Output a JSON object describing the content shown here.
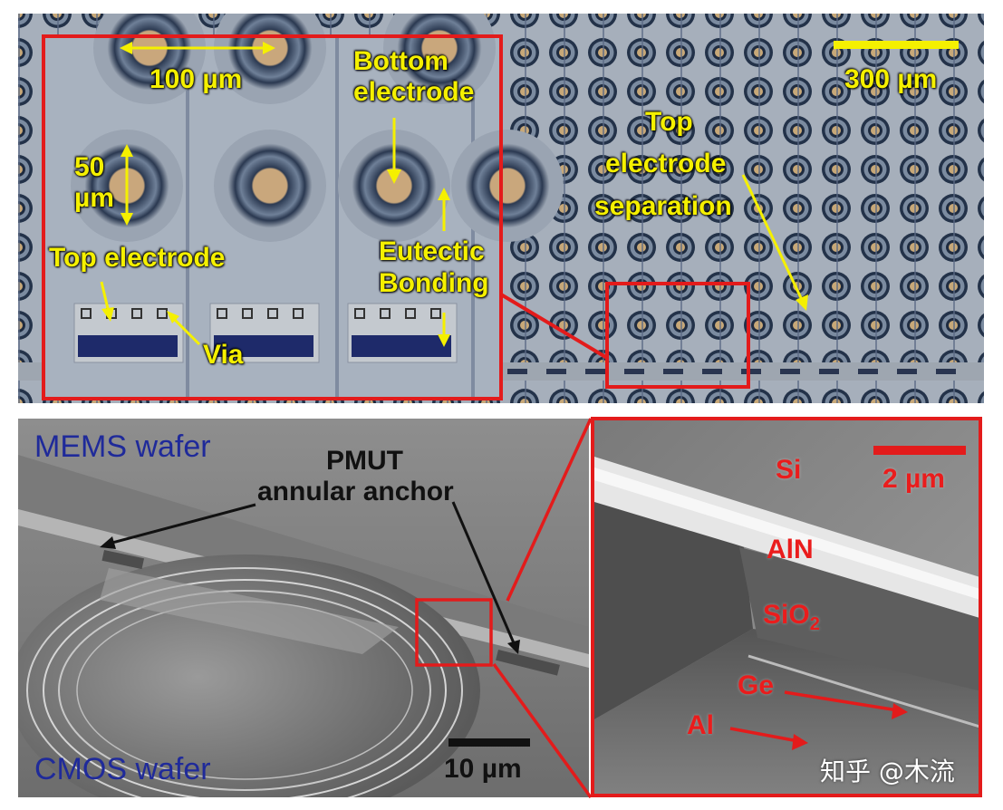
{
  "optical": {
    "scale_300": "300 µm",
    "dim_100": "100 µm",
    "dim_50_line1": "50",
    "dim_50_line2": "µm",
    "bottom_electrode_1": "Bottom",
    "bottom_electrode_2": "electrode",
    "top_electrode_sep_1": "Top",
    "top_electrode_sep_2": "electrode",
    "top_electrode_sep_3": "separation",
    "eutectic_1": "Eutectic",
    "eutectic_2": "Bonding",
    "top_electrode": "Top electrode",
    "via": "Via"
  },
  "sem": {
    "mems_wafer": "MEMS wafer",
    "cmos_wafer": "CMOS wafer",
    "pmut_line1": "PMUT",
    "pmut_line2": "annular  anchor",
    "scale_10": "10 µm"
  },
  "inset": {
    "si": "Si",
    "scale_2": "2 µm",
    "aln": "AlN",
    "sio2_base": "SiO",
    "sio2_sub": "2",
    "ge": "Ge",
    "al": "Al"
  },
  "watermark": "知乎 @木流",
  "colors": {
    "annotation_yellow": "#f5f000",
    "highlight_red": "#e31b1b",
    "label_blue": "#1f2a9a"
  }
}
